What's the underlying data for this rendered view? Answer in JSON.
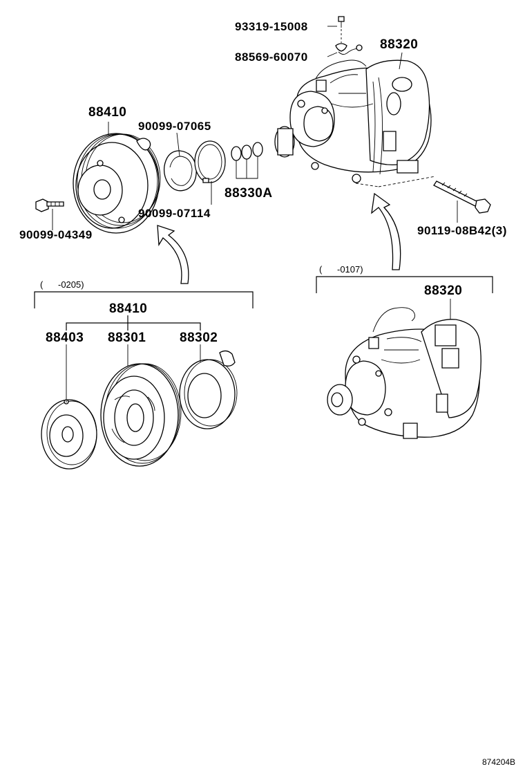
{
  "labels": {
    "p93319": "93319-15008",
    "p88569": "88569-60070",
    "p88320_top": "88320",
    "p88410_top": "88410",
    "p90099_07065": "90099-07065",
    "p88330a": "88330A",
    "p90099_07114": "90099-07114",
    "p90099_04349": "90099-04349",
    "p90119": "90119-08B42(3)",
    "range_left": "(      -0205)",
    "range_right": "(      -0107)",
    "p88410_bottom": "88410",
    "p88403": "88403",
    "p88301": "88301",
    "p88302": "88302",
    "p88320_bottom": "88320"
  },
  "figure_id": "874204B"
}
